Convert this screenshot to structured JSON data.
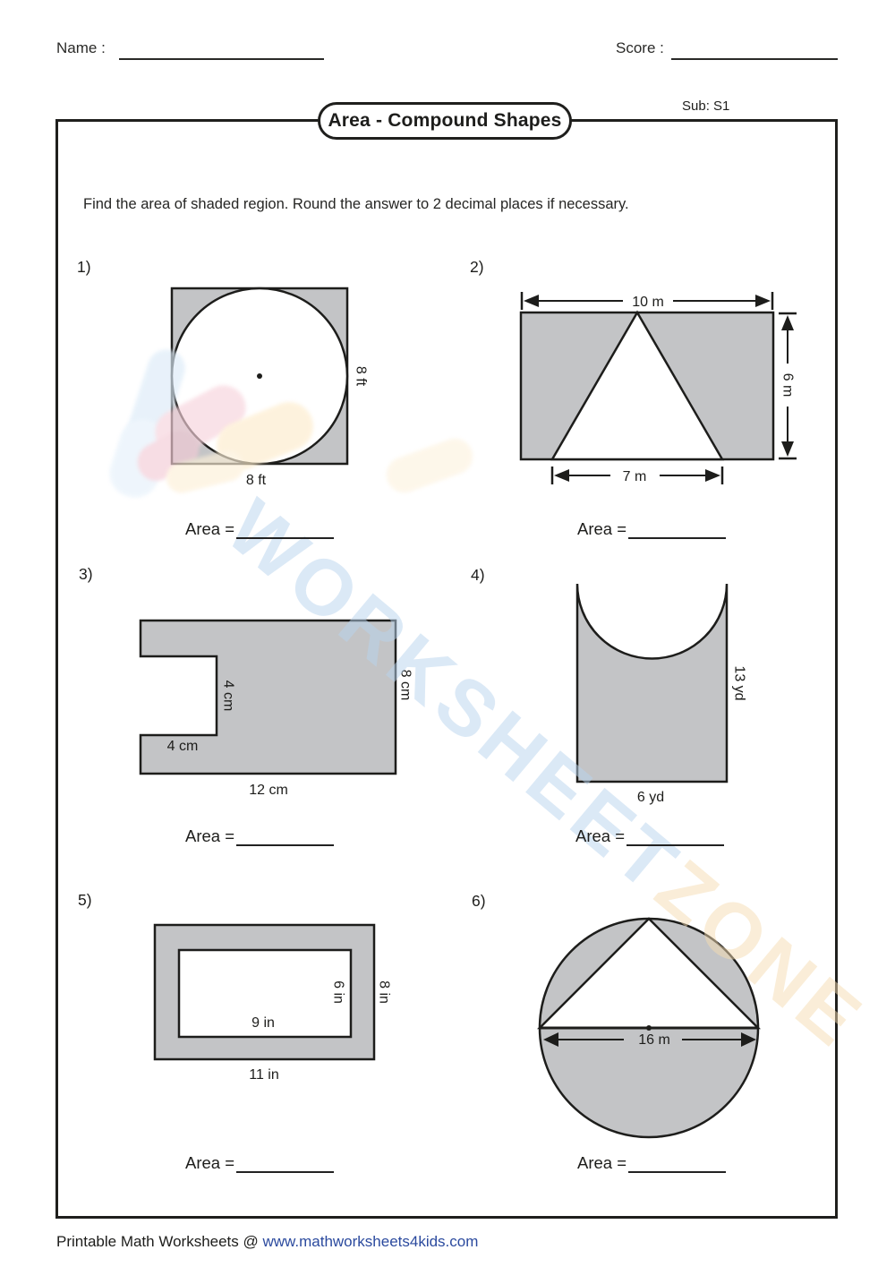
{
  "header": {
    "name_label": "Name :",
    "score_label": "Score :",
    "sub_label": "Sub: S1",
    "title": "Area - Compound Shapes"
  },
  "instruction": "Find the area of shaded region. Round the answer to 2 decimal places if necessary.",
  "area_label": "Area =",
  "colors": {
    "shade_gray": "#c3c4c6",
    "stroke_black": "#1d1d1b",
    "link_blue": "#2b4a9e",
    "watermark_blue": "#b9d4ee",
    "watermark_orange": "#f6ddb2"
  },
  "problems": [
    {
      "number": "1)",
      "shape": "square-with-inscribed-circle",
      "labels": {
        "right": "8 ft",
        "bottom": "8 ft"
      }
    },
    {
      "number": "2)",
      "shape": "rectangle-minus-triangle",
      "labels": {
        "top": "10 m",
        "right": "6 m",
        "bottom": "7 m"
      }
    },
    {
      "number": "3)",
      "shape": "rectangle-with-notch",
      "labels": {
        "notch_vertical": "4 cm",
        "notch_horizontal": "4 cm",
        "bottom": "12 cm",
        "right": "8 cm"
      }
    },
    {
      "number": "4)",
      "shape": "rectangle-minus-semicircle",
      "labels": {
        "right": "13 yd",
        "bottom": "6 yd"
      }
    },
    {
      "number": "5)",
      "shape": "rectangular-frame",
      "labels": {
        "inner_height": "6 in",
        "outer_height": "8 in",
        "inner_width": "9 in",
        "outer_width": "11 in"
      }
    },
    {
      "number": "6)",
      "shape": "circle-minus-inscribed-triangle",
      "labels": {
        "diameter": "16 m"
      }
    }
  ],
  "watermark": {
    "line1": "WORKSHEET",
    "line2": "ZONE"
  },
  "footer": {
    "text": "Printable Math Worksheets @ ",
    "link": "www.mathworksheets4kids.com"
  }
}
